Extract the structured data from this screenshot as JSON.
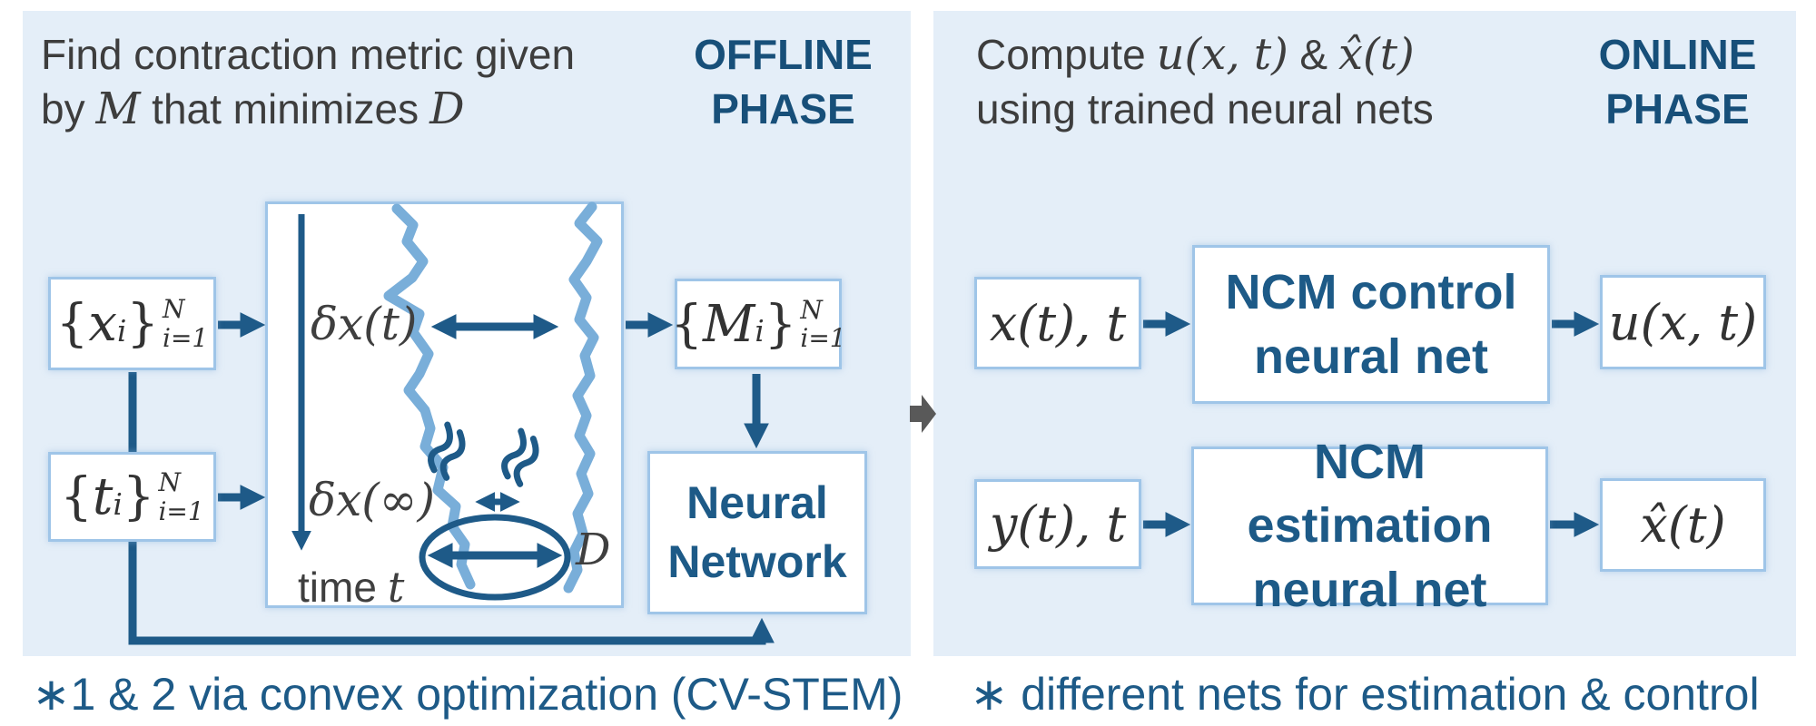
{
  "colors": {
    "accent": "#1e5a88",
    "panel_bg": "#e4eef8",
    "box_border": "#9fc5e8",
    "dark_text": "#3d3d3d",
    "phase_text": "#174f79",
    "caption_text": "#1d5a87",
    "trajectory": "#79aed9",
    "gray_arrow": "#595959",
    "net_text": "#1d5a87",
    "page_bg": "#ffffff"
  },
  "left_panel": {
    "title_line1": "Find contraction metric given",
    "title_line2": {
      "pre": "by",
      "var1": "M",
      "mid": "that minimizes",
      "var2": "D"
    },
    "phase": {
      "line1": "OFFLINE",
      "line2": "PHASE"
    },
    "boxes": {
      "x_set": {
        "open": "{",
        "var": "x",
        "sub": "i",
        "close": "}",
        "sup": "N",
        "lower": "i=1"
      },
      "t_set": {
        "open": "{",
        "var": "t",
        "sub": "i",
        "close": "}",
        "sup": "N",
        "lower": "i=1"
      },
      "m_set": {
        "open": "{",
        "var": "M",
        "sub": "i",
        "close": "}",
        "sup": "N",
        "lower": "i=1"
      },
      "neural_network": {
        "line1": "Neural",
        "line2": "Network"
      }
    },
    "trajectory_plot": {
      "label_dxt": "δx(t)",
      "label_dxinf": "δx(∞)",
      "label_time_word": "time",
      "label_time_var": "t",
      "label_d": "D"
    },
    "caption": "∗1 & 2 via convex optimization (CV-STEM)"
  },
  "right_panel": {
    "title_line1": {
      "pre": "Compute",
      "m1": "u(x, t)",
      "amp": "&",
      "m2": "x̂(t)"
    },
    "title_line2": "using trained neural nets",
    "phase": {
      "line1": "ONLINE",
      "line2": "PHASE"
    },
    "rows": [
      {
        "input": "x(t), t",
        "net_line1": "NCM control",
        "net_line2": "neural net",
        "output": "u(x, t)"
      },
      {
        "input": "y(t), t",
        "net_line1": "NCM estimation",
        "net_line2": "neural net",
        "output": "x̂(t)"
      }
    ],
    "caption": "∗ different nets for estimation & control"
  }
}
